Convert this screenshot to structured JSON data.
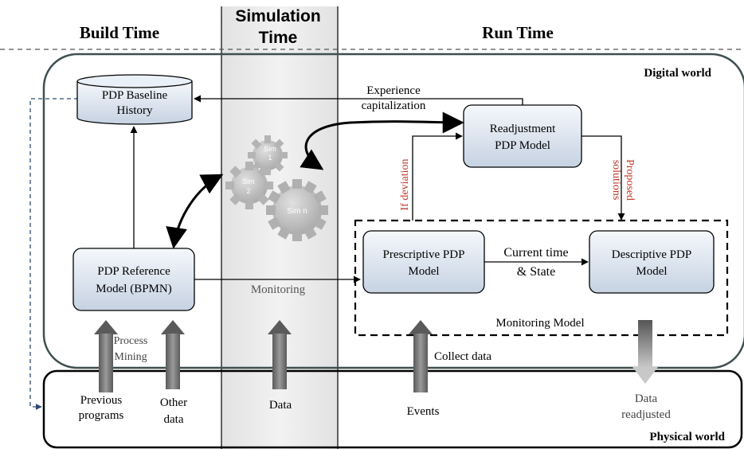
{
  "headers": {
    "build_time": "Build Time",
    "simulation_time_line1": "Simulation",
    "simulation_time_line2": "Time",
    "run_time": "Run Time"
  },
  "worlds": {
    "digital": "Digital world",
    "physical": "Physical world"
  },
  "boxes": {
    "baseline_line1": "PDP Baseline",
    "baseline_line2": "History",
    "reference_line1": "PDP Reference",
    "reference_line2": "Model (BPMN)",
    "readjustment_line1": "Readjustment",
    "readjustment_line2": "PDP Model",
    "prescriptive_line1": "Prescriptive PDP",
    "prescriptive_line2": "Model",
    "descriptive_line1": "Descriptive  PDP",
    "descriptive_line2": "Model",
    "monitoring_model": "Monitoring Model"
  },
  "gears": {
    "sim1_line1": "Sim",
    "sim1_line2": "1",
    "sim2_line1": "Sim",
    "sim2_line2": "2",
    "simn": "Sim n"
  },
  "labels": {
    "experience_line1": "Experience",
    "experience_line2": "capitalization",
    "if_deviation": "If deviation",
    "proposed_line1": "Proposed",
    "proposed_line2": "solutions",
    "current_time_line1": "Current time",
    "current_time_line2": "& State",
    "monitoring": "Monitoring",
    "process_mining_line1": "Process",
    "process_mining_line2": "Mining",
    "collect_data": "Collect data"
  },
  "inputs": {
    "previous_line1": "Previous",
    "previous_line2": "programs",
    "other_line1": "Other",
    "other_line2": "data",
    "data": "Data",
    "events": "Events",
    "readjusted_line1": "Data",
    "readjusted_line2": "readjusted"
  },
  "colors": {
    "deviation_text": "#c0392b",
    "box_fill_top": "#f4f7fb",
    "box_fill_bottom": "#c9d4e3",
    "sim_band": "#e9e9e9",
    "gear": "#b8b8b8"
  }
}
